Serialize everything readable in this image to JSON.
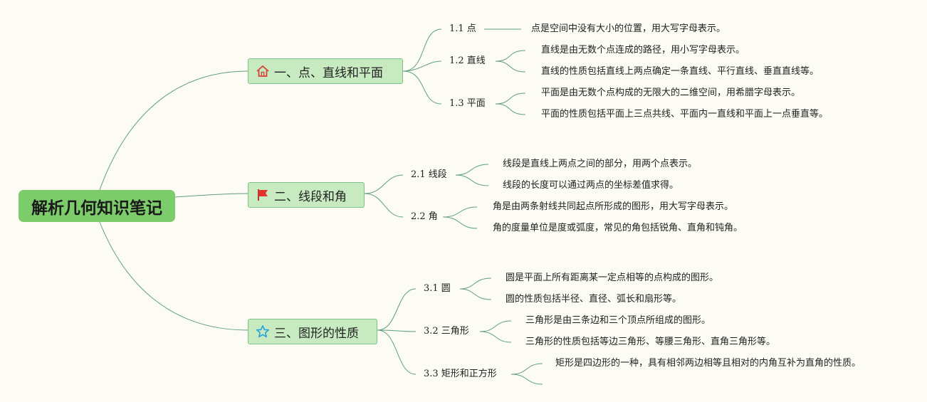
{
  "root": {
    "label": "解析几何知识笔记"
  },
  "branches": [
    {
      "label": "一、点、直线和平面",
      "icon": "home-icon",
      "subs": [
        {
          "label": "1.1 点",
          "leaves": [
            "点是空间中没有大小的位置，用大写字母表示。"
          ]
        },
        {
          "label": "1.2 直线",
          "leaves": [
            "直线是由无数个点连成的路径，用小写字母表示。",
            "直线的性质包括直线上两点确定一条直线、平行直线、垂直直线等。"
          ]
        },
        {
          "label": "1.3 平面",
          "leaves": [
            "平面是由无数个点构成的无限大的二维空间，用希腊字母表示。",
            "平面的性质包括平面上三点共线、平面内一直线和平面上一点垂直等。"
          ]
        }
      ]
    },
    {
      "label": "二、线段和角",
      "icon": "flag-icon",
      "subs": [
        {
          "label": "2.1 线段",
          "leaves": [
            "线段是直线上两点之间的部分，用两个点表示。",
            "线段的长度可以通过两点的坐标差值求得。"
          ]
        },
        {
          "label": "2.2 角",
          "leaves": [
            "角是由两条射线共同起点所形成的图形，用大写字母表示。",
            "角的度量单位是度或弧度，常见的角包括锐角、直角和钝角。"
          ]
        }
      ]
    },
    {
      "label": "三、图形的性质",
      "icon": "star-icon",
      "subs": [
        {
          "label": "3.1 圆",
          "leaves": [
            "圆是平面上所有距离某一定点相等的点构成的图形。",
            "圆的性质包括半径、直径、弧长和扇形等。"
          ]
        },
        {
          "label": "3.2 三角形",
          "leaves": [
            "三角形是由三条边和三个顶点所组成的图形。",
            "三角形的性质包括等边三角形、等腰三角形、直角三角形等。"
          ]
        },
        {
          "label": "3.3 矩形和正方形",
          "leaves": [
            "矩形是四边形的一种，具有相邻两边相等且相对的内角互补为直角的性质。",
            ""
          ]
        }
      ]
    }
  ],
  "colors": {
    "line": "#5f9e7c",
    "root": "#7dcc6b",
    "branch": "#c7eac1",
    "branch_border": "#7fbf8a",
    "home_icon": "#d9443a",
    "flag_icon": "#e0342b",
    "star_icon": "#2aa0d8"
  }
}
